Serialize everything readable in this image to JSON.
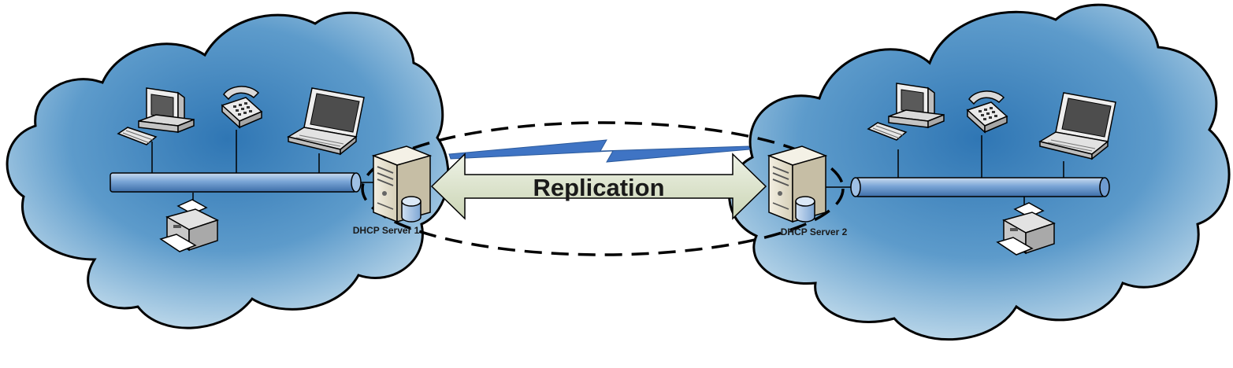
{
  "diagram": {
    "replication_label": "Replication",
    "server_1_label": "DHCP Server 1",
    "server_2_label": "DHCP Server 2"
  },
  "colors": {
    "cloud_light": "#c9e0ee",
    "cloud_dark": "#3f86c0",
    "cloud_outline": "#000000",
    "bus_fill": "#6f9bd0",
    "arrow_fill": "#dfe6cf",
    "lightning": "#3f74c4",
    "text": "#1a1a1a"
  },
  "icons": {
    "desktop": "desktop-computer-icon",
    "phone": "telephone-icon",
    "laptop": "laptop-icon",
    "printer": "printer-icon",
    "server": "server-icon",
    "database": "database-icon"
  }
}
